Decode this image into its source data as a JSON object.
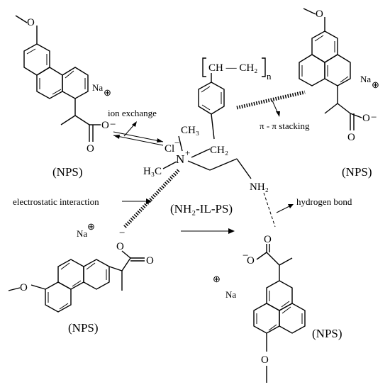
{
  "labels": {
    "nps": "(NPS)",
    "polymer_label": "(NH₂-IL-PS)",
    "sodium": "Na",
    "ion_exchange": "ion exchange",
    "pi_stacking": "π - π stacking",
    "electrostatic": "electrostatic interaction",
    "hydrogen_bond": "hydrogen bond",
    "polymer_chain": "CH — CH₂",
    "repeat_n": "n",
    "ch3": "CH₃",
    "h3c": "H₃C",
    "ch2": "CH₂",
    "nh2": "NH₂",
    "chloride": "Cl",
    "minus": "−",
    "n_plus": "N",
    "plus": "+",
    "oxygen": "O",
    "o_minus": "O",
    "plus_circle": "⊕"
  }
}
